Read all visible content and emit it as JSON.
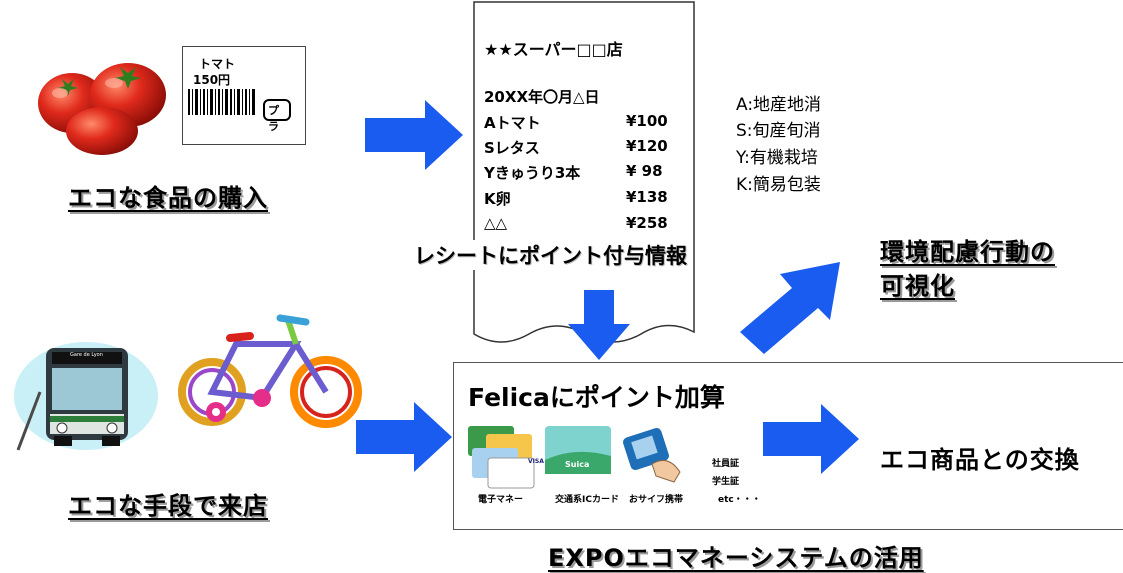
{
  "headings": {
    "eco_food": "エコな食品の購入",
    "eco_transport": "エコな手段で来店",
    "visualize_line1": "環境配慮行動の",
    "visualize_line2": "可視化",
    "expo_system": "EXPOエコマネーシステムの活用"
  },
  "price_tag": {
    "name": "トマト",
    "price": "150円",
    "recycle_mark": "プラ"
  },
  "receipt": {
    "store": "★★スーパー□□店",
    "date": "20XX年〇月△日",
    "items": [
      {
        "name": "Aトマト",
        "price": "¥100"
      },
      {
        "name": "Sレタス",
        "price": "¥120"
      },
      {
        "name": "Yきゅうり3本",
        "price": "¥ 98"
      },
      {
        "name": "K卵",
        "price": "¥138"
      },
      {
        "name": "△△",
        "price": "¥258"
      }
    ],
    "caption": "レシートにポイント付与情報"
  },
  "legend": [
    "A:地産地消",
    "S:旬産旬消",
    "Y:有機栽培",
    "K:簡易包装"
  ],
  "felica": {
    "title": "Felicaにポイント加算",
    "exchange": "エコ商品との交換",
    "captions": {
      "emoney": "電子マネー",
      "transit_ic": "交通系ICカード",
      "osaifu": "おサイフ携帯"
    },
    "id_cards": [
      "社員証",
      "学生証",
      "etc・・・"
    ],
    "suica_label": "Suica",
    "visa_label": "VISA"
  },
  "bus_sign": "Gare de Lyon",
  "colors": {
    "arrow_blue": "#1a5cf0",
    "heading_shadow": "#9a9a9a",
    "tomato_red": "#d8231c"
  }
}
